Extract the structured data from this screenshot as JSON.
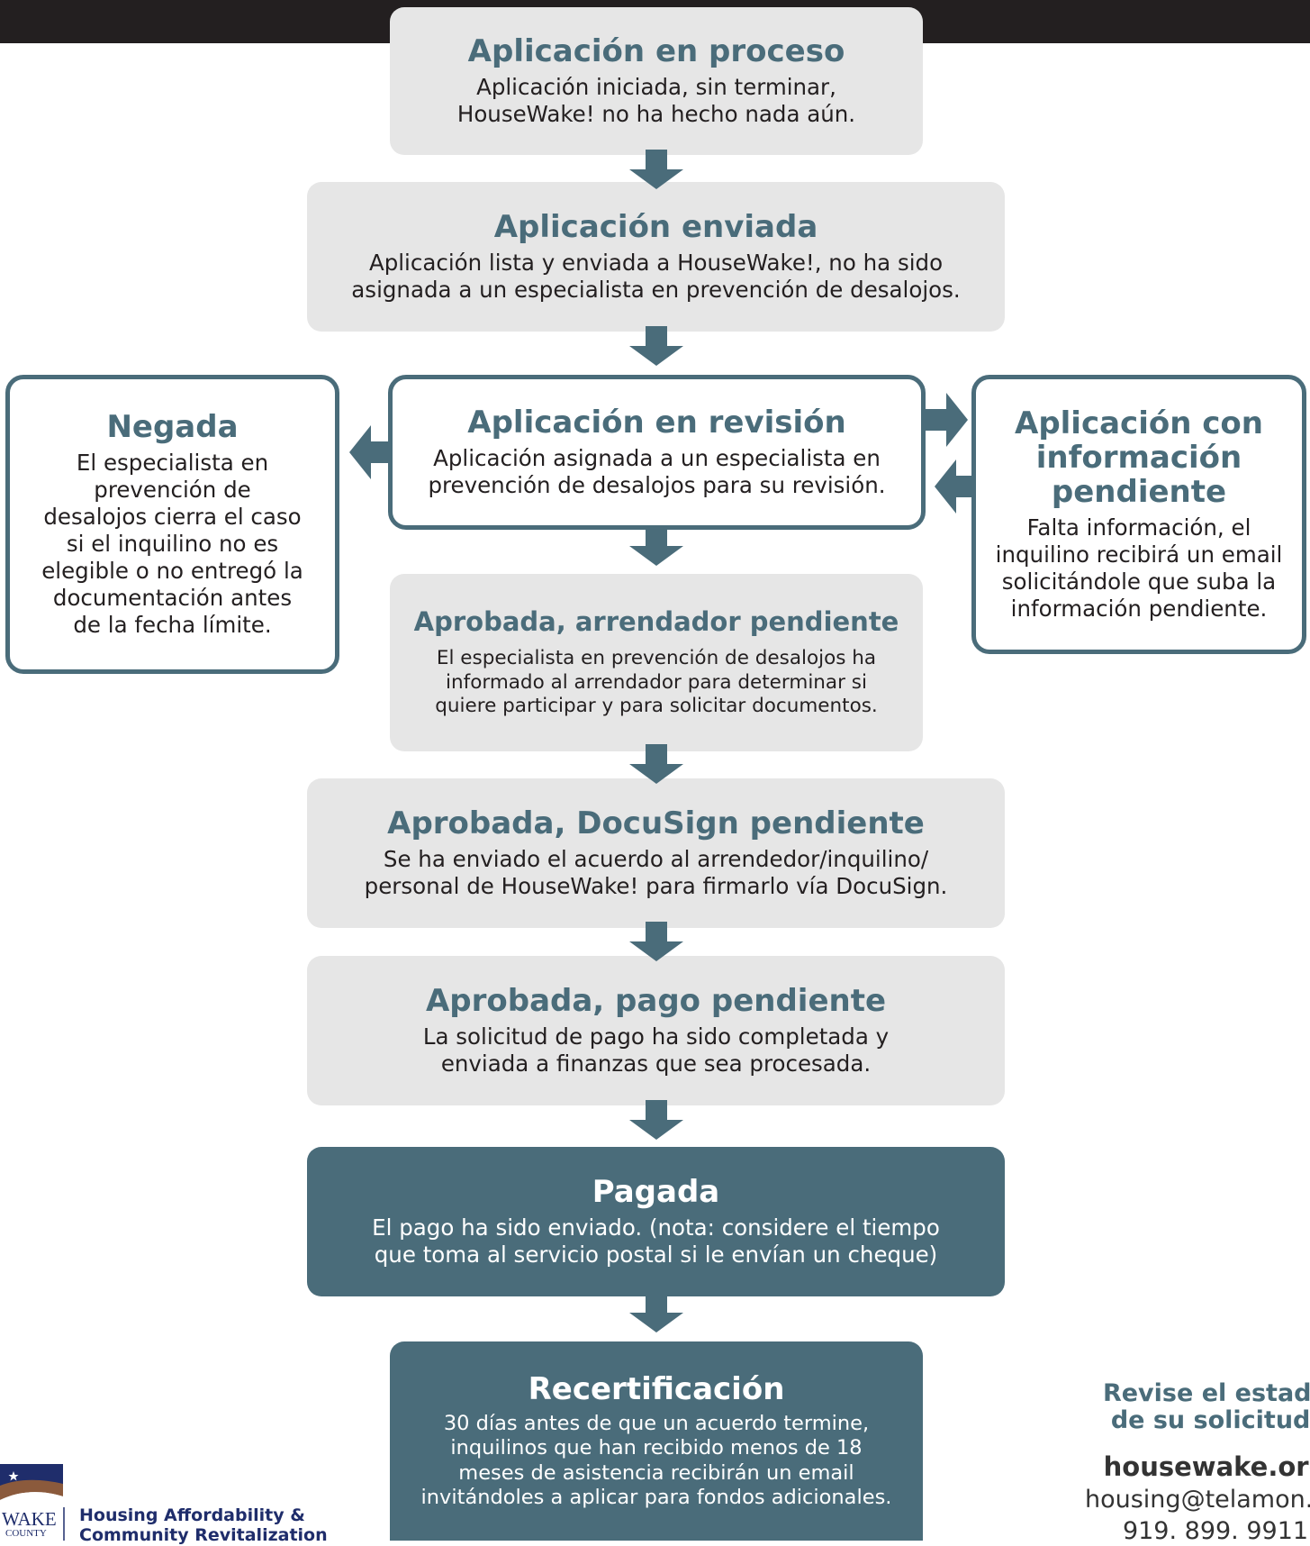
{
  "steps": {
    "proceso": {
      "title": "Aplicación en proceso",
      "desc1": "Aplicación iniciada, sin terminar,",
      "desc2": "HouseWake! no ha hecho nada aún."
    },
    "enviada": {
      "title": "Aplicación enviada",
      "desc1": "Aplicación lista y enviada a HouseWake!, no ha sido",
      "desc2": "asignada a un especialista en prevención de desalojos."
    },
    "revision": {
      "title": "Aplicación en revisión",
      "desc1": "Aplicación asignada a un especialista en",
      "desc2": "prevención de desalojos para su revisión."
    },
    "negada": {
      "title": "Negada",
      "lines": [
        "El especialista en",
        "prevención de",
        "desalojos cierra el caso",
        "si el inquilino no es",
        "elegible o no entregó la",
        "documentación antes",
        "de la fecha límite."
      ]
    },
    "pendiente_info": {
      "title_lines": [
        "Aplicación con",
        "información",
        "pendiente"
      ],
      "lines": [
        "Falta información, el",
        "inquilino recibirá un email",
        "solicitándole que suba la",
        "información pendiente."
      ]
    },
    "arrendador": {
      "title": "Aprobada, arrendador pendiente",
      "lines": [
        "El especialista en prevención de desalojos ha",
        "informado al arrendador para determinar si",
        "quiere participar y para solicitar documentos."
      ]
    },
    "docusign": {
      "title": "Aprobada, DocuSign pendiente",
      "desc1": "Se ha enviado el acuerdo al arrendedor/inquilino/",
      "desc2": "personal de HouseWake! para firmarlo vía DocuSign."
    },
    "pago": {
      "title": "Aprobada, pago pendiente",
      "desc1": "La solicitud de pago ha sido completada y",
      "desc2": "enviada a finanzas que sea procesada."
    },
    "pagada": {
      "title": "Pagada",
      "desc1": "El pago ha sido enviado. (nota: considere el tiempo",
      "desc2": "que toma al servicio postal si le envían un cheque)"
    },
    "recert": {
      "title": "Recertificación",
      "lines": [
        "30 días antes de que un acuerdo termine,",
        "inquilinos que han recibido menos de 18",
        "meses de asistencia recibirán un email",
        "invitándoles a aplicar para fondos adicionales."
      ]
    }
  },
  "footer": {
    "status_line1": "Revise el estado",
    "status_line2": "de su solicitud:",
    "website": "housewake.org",
    "email": "housing@telamon.org",
    "phone": "919. 899. 9911",
    "logo_text": "WAKE",
    "logo_sub": "COUNTY",
    "org_line1": "Housing Affordability &",
    "org_line2": "Community Revitalization"
  },
  "colors": {
    "accent": "#4a6c7a",
    "box_gray": "#e6e6e6",
    "topbar": "#231f20"
  }
}
